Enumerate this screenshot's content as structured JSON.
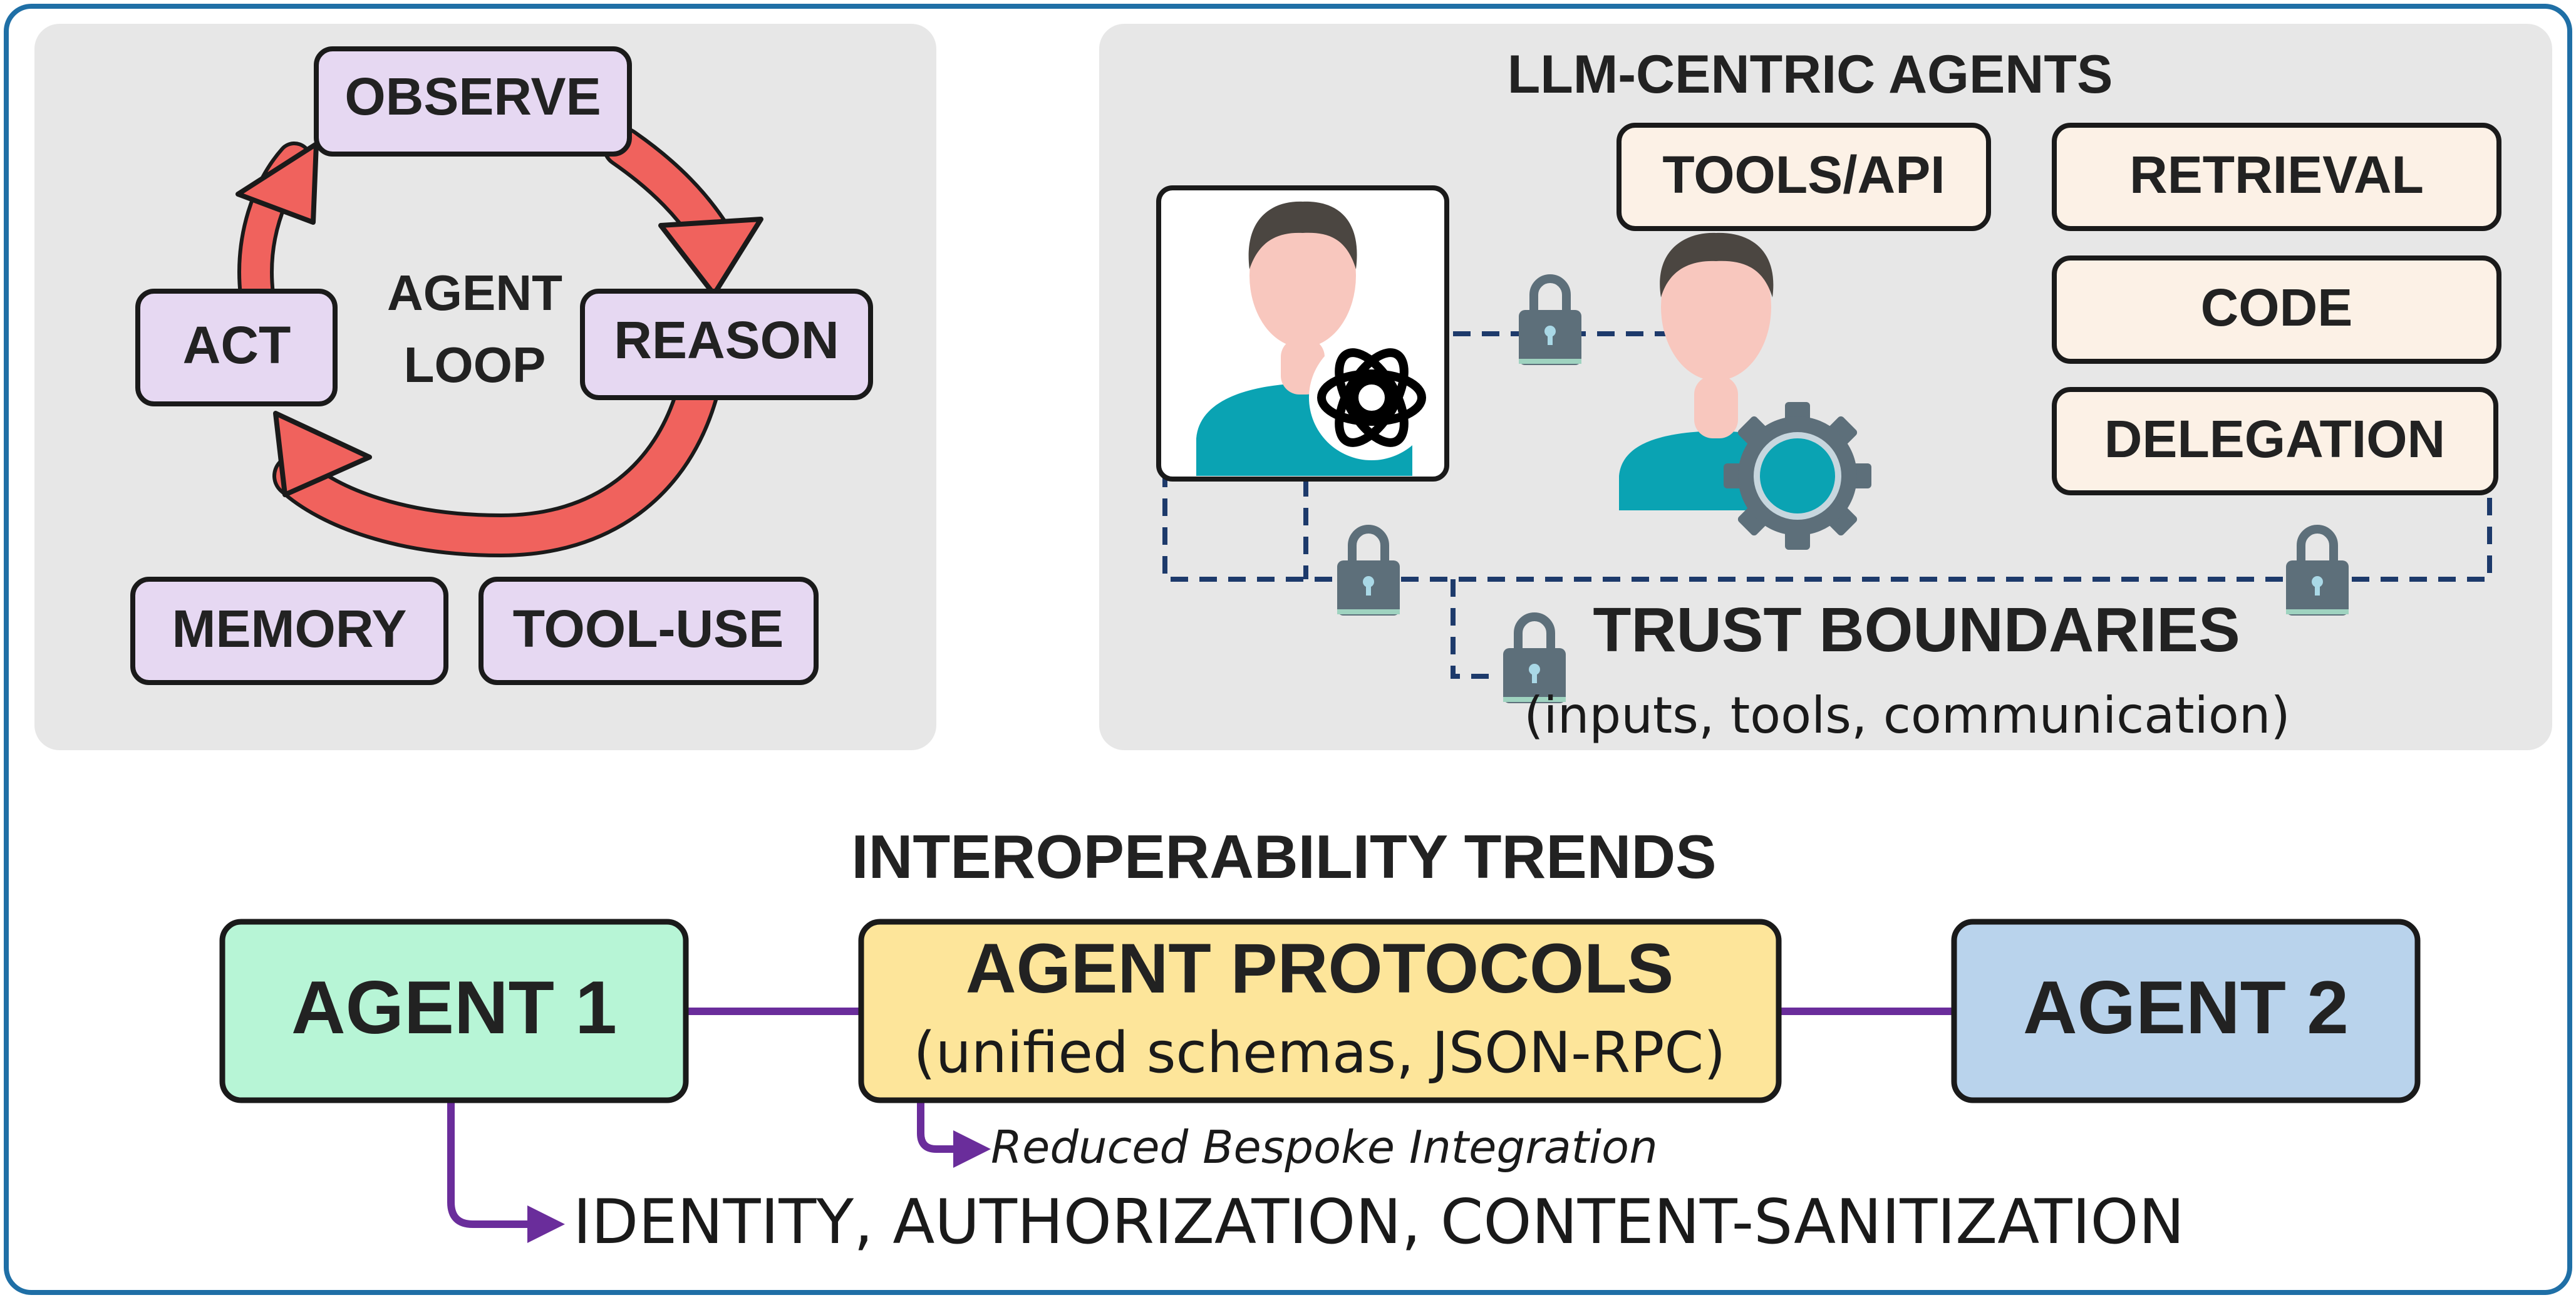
{
  "agent_loop": {
    "center_label_line1": "AGENT",
    "center_label_line2": "LOOP",
    "steps": {
      "observe": "OBSERVE",
      "reason": "REASON",
      "act": "ACT"
    },
    "memory": "MEMORY",
    "tool_use": "TOOL-USE"
  },
  "llm_agents": {
    "title": "LLM-CENTRIC AGENTS",
    "tools_api": "TOOLS/API",
    "retrieval": "RETRIEVAL",
    "code": "CODE",
    "delegation": "DELEGATION",
    "trust_title": "TRUST BOUNDARIES",
    "trust_subtitle": "(inputs, tools, communication)"
  },
  "interop": {
    "title": "INTEROPERABILITY TRENDS",
    "agent1": "AGENT 1",
    "agent2": "AGENT 2",
    "protocols_title": "AGENT PROTOCOLS",
    "protocols_subtitle": "(unified schemas, JSON-RPC)",
    "reduced_note": "Reduced Bespoke Integration",
    "identity_note": "IDENTITY, AUTHORIZATION, CONTENT-SANITIZATION"
  },
  "colors": {
    "frame": "#1f6fa6",
    "panel": "#e7e7e7",
    "loop_box": "#e6d8f2",
    "tool_box": "#fcf1e6",
    "arrow_red": "#f0625d",
    "agent1": "#b7f5d6",
    "agent2": "#b9d3ec",
    "protocol": "#fde59a",
    "purple": "#6a2d9b",
    "dash": "#1d3a6b",
    "lock": "#5d6f7a",
    "shirt": "#0aa3b3",
    "skin": "#f8c7be",
    "hair": "#4b4641"
  }
}
